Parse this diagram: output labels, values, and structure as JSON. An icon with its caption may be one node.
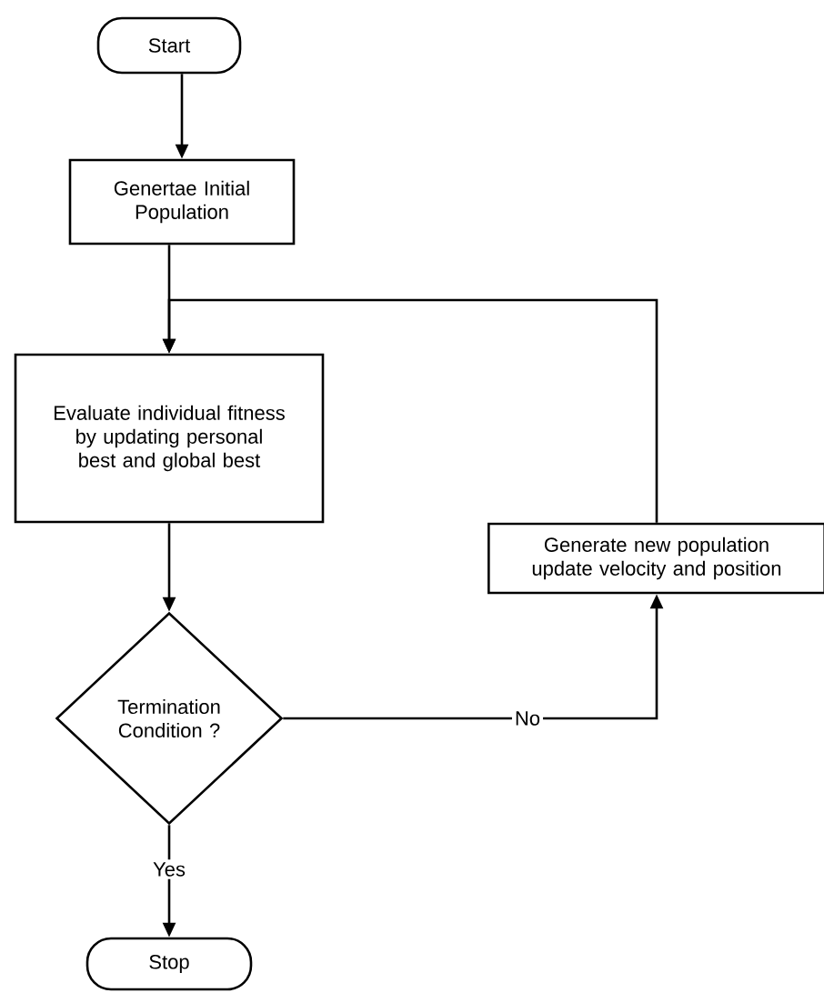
{
  "diagram": {
    "nodes": [
      {
        "text": [
          "Start"
        ]
      },
      {
        "text": [
          "Genertae Initial Population"
        ]
      },
      {
        "text": [
          "Evaluate individual fitness by updating personal best and global best"
        ]
      },
      {
        "text": [
          "Termination Condition ?"
        ]
      },
      {
        "text": [
          "Generate new population update velocity and position"
        ]
      },
      {
        "text": [
          "Stop"
        ]
      }
    ],
    "edges": [
      {
        "from": 0,
        "to": 1,
        "arrow": "to"
      },
      {
        "from": 1,
        "to": 2,
        "arrow": "to"
      },
      {
        "from": 2,
        "to": 3,
        "arrow": "to"
      },
      {
        "from": 3,
        "to": 4,
        "arrow": "to",
        "label": "No"
      },
      {
        "from": 4,
        "to": 2,
        "arrow": "to"
      },
      {
        "from": 3,
        "to": 5,
        "arrow": "to",
        "label": "Yes"
      }
    ]
  }
}
